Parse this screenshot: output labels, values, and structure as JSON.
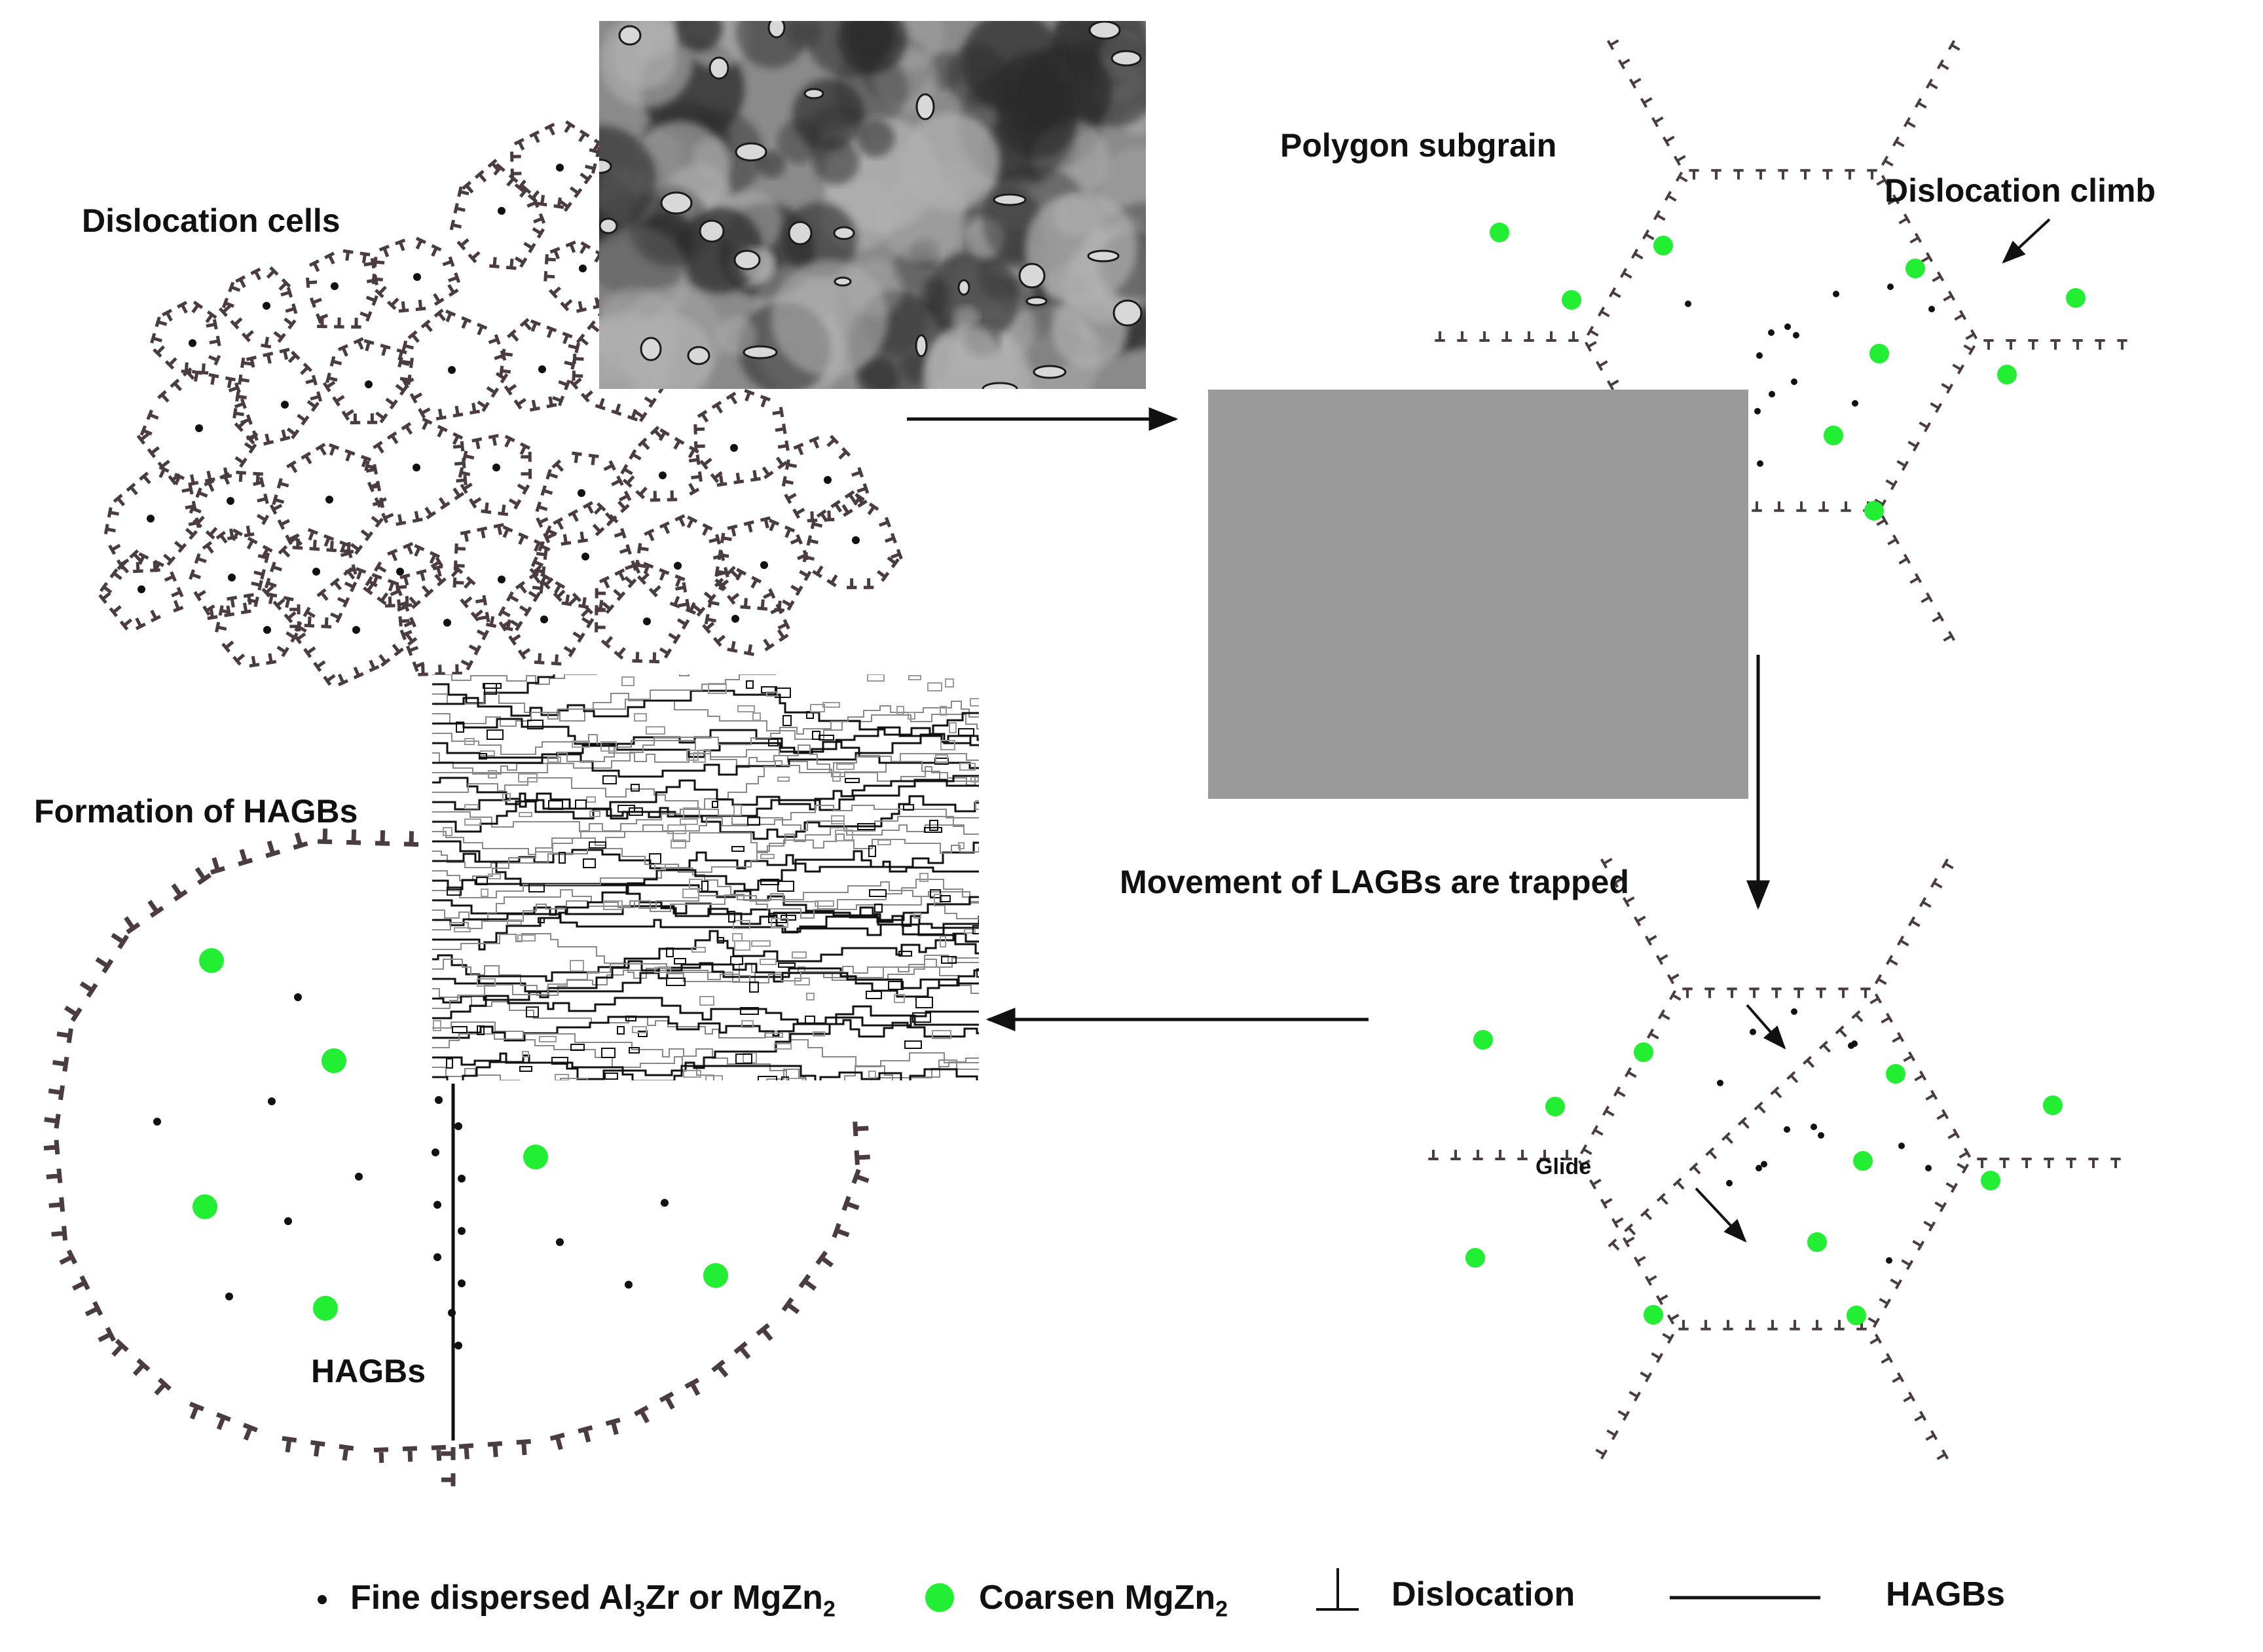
{
  "labels": {
    "dislocation_cells": "Dislocation cells",
    "polygon_subgrain": "Polygon subgrain",
    "dislocation_climb": "Dislocation climb",
    "movement_trapped": "Movement of LAGBs are trapped",
    "glide": "Glide",
    "formation_hagbs": "Formation of HAGBs",
    "hagbs_label": "HAGBs"
  },
  "legend": {
    "fine_pre": "Fine dispersed Al",
    "fine_sub1": "3",
    "fine_mid": "Zr or MgZn",
    "fine_sub2": "2",
    "coarse_pre": "Coarsen MgZn",
    "coarse_sub": "2",
    "dislocation": "Dislocation",
    "hagbs": "HAGBs"
  },
  "colors": {
    "boundary": "#4a3c40",
    "coarse_particle": "#22ee33",
    "fine_particle": "#111111",
    "micrograph_dark": "#2a2a2a",
    "micrograph_light": "#a8a8a8"
  },
  "icons": {
    "dislocation_symbol": "inverted-t-icon",
    "fine_particle": "dot-icon",
    "coarse_particle": "green-circle-icon"
  }
}
